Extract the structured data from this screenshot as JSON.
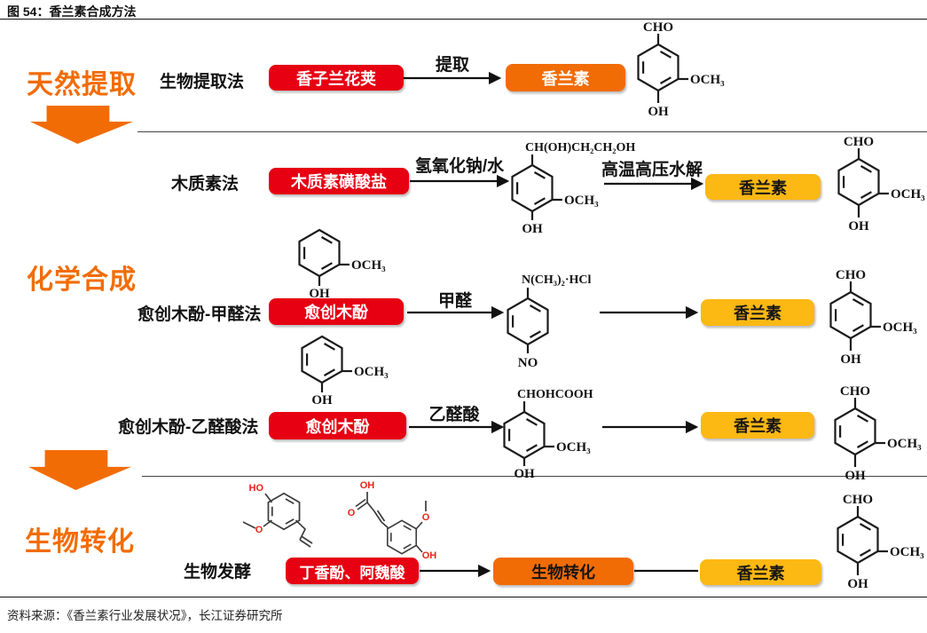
{
  "title": "图 54：香兰素合成方法",
  "source": "资料来源：《香兰素行业发展状况》，长江证券研究所",
  "colors": {
    "red_box": "#e60012",
    "orange_box": "#f26c05",
    "yellow_box": "#fcb813",
    "section_label": "#f26c05",
    "bio_atom_label": "#e8231a"
  },
  "sections": {
    "natural": {
      "label": "天然提取"
    },
    "chemical": {
      "label": "化学合成"
    },
    "bio": {
      "label": "生物转化"
    }
  },
  "rows": {
    "r1": {
      "method": "生物提取法",
      "start": "香子兰花荚",
      "arrow": "提取",
      "end": "香兰素"
    },
    "r2": {
      "method": "木质素法",
      "start": "木质素磺酸盐",
      "arrow1": "氢氧化钠/水",
      "arrow2": "高温高压水解",
      "end": "香兰素"
    },
    "r3": {
      "method": "愈创木酚-甲醛法",
      "start": "愈创木酚",
      "arrow1": "甲醛",
      "end": "香兰素"
    },
    "r4": {
      "method": "愈创木酚-乙醛酸法",
      "start": "愈创木酚",
      "arrow1": "乙醛酸",
      "end": "香兰素"
    },
    "r5": {
      "method": "生物发酵",
      "start": "丁香酚、阿魏酸",
      "mid": "生物转化",
      "end": "香兰素"
    }
  },
  "chem": {
    "cho": "CHO",
    "och3": "OCH₃",
    "oh": "OH",
    "ho": "HO",
    "o": "O",
    "lignin_top": "CH(OH)CH₂CH₂OH",
    "amine": "N(CH₃)₂·HCl",
    "no": "NO",
    "glyoxyl_top": "CHOHCOOH"
  }
}
